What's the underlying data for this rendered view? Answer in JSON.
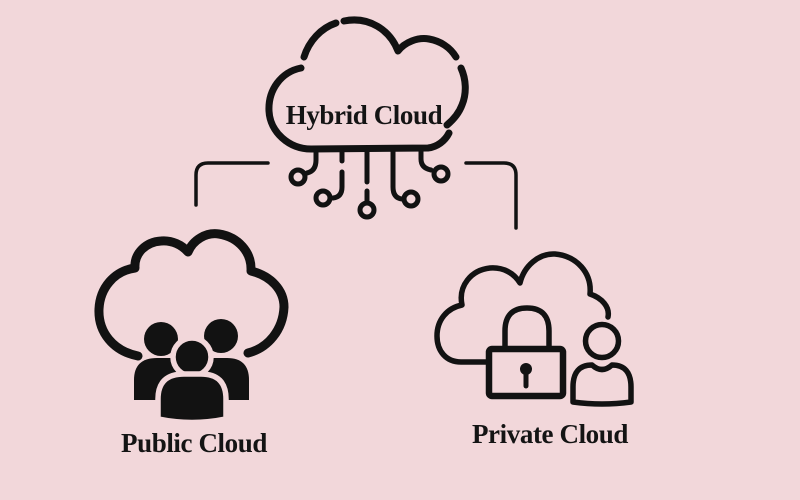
{
  "theme": {
    "background": "#f2d7da",
    "ink": "#121212",
    "label_color": "#141414"
  },
  "diagram": {
    "type": "hierarchy-diagram",
    "topic": "Hybrid Cloud architecture",
    "root": {
      "id": "hybrid-cloud",
      "label": "Hybrid Cloud",
      "icon": "cloud-circuit-icon"
    },
    "children": [
      {
        "id": "public-cloud",
        "label": "Public Cloud",
        "icon": "cloud-users-icon"
      },
      {
        "id": "private-cloud",
        "label": "Private Cloud",
        "icon": "cloud-padlock-user-icon"
      }
    ],
    "connectors": [
      {
        "from": "hybrid-cloud",
        "to": "public-cloud",
        "shape": "elbow-left"
      },
      {
        "from": "hybrid-cloud",
        "to": "private-cloud",
        "shape": "elbow-right"
      }
    ]
  }
}
